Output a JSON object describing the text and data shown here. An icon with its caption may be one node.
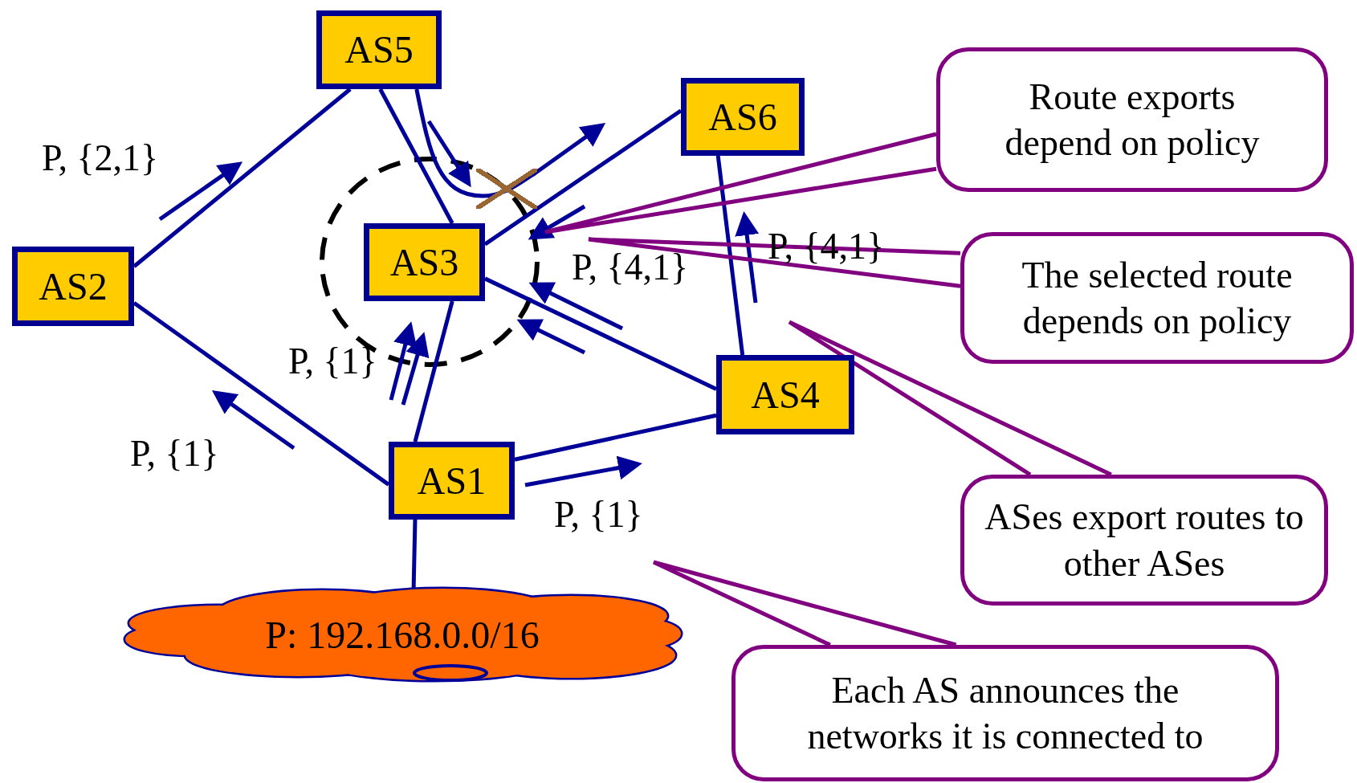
{
  "diagram": {
    "nodes": [
      {
        "text": [
          "AS5"
        ]
      },
      {
        "text": [
          "AS6"
        ]
      },
      {
        "text": [
          "Route exports depend on policy"
        ]
      },
      {
        "text": [
          "AS2"
        ]
      },
      {
        "text": [
          "AS3"
        ]
      },
      {
        "text": [
          "The selected route depends on policy"
        ]
      },
      {
        "text": [
          "AS4"
        ]
      },
      {
        "text": [
          "AS1"
        ]
      },
      {
        "text": [
          "ASes export routes to other ASes"
        ]
      },
      {
        "text": [
          "P: 192.168.0.0/16"
        ]
      },
      {
        "text": [
          "Each AS announces the networks it is connected to"
        ]
      }
    ],
    "edges": [
      {
        "from": 3,
        "to": 0,
        "arrow": "none"
      },
      {
        "from": 3,
        "to": 7,
        "arrow": "none"
      },
      {
        "from": 0,
        "to": 4,
        "arrow": "none"
      },
      {
        "from": 4,
        "to": 1,
        "arrow": "none"
      },
      {
        "from": 4,
        "to": 7,
        "arrow": "none"
      },
      {
        "from": 4,
        "to": 6,
        "arrow": "none"
      },
      {
        "from": 1,
        "to": 6,
        "arrow": "none"
      },
      {
        "from": 7,
        "to": 6,
        "arrow": "none"
      },
      {
        "from": 7,
        "to": 9,
        "arrow": "none"
      },
      {
        "from": 0,
        "to": null,
        "arrow": "to"
      },
      {
        "from": 2,
        "to": null,
        "arrow": "none",
        "color": "#800080"
      },
      {
        "from": 5,
        "to": null,
        "arrow": "none",
        "color": "#800080"
      },
      {
        "from": 8,
        "to": null,
        "arrow": "none",
        "color": "#800080"
      },
      {
        "from": 10,
        "to": null,
        "arrow": "none",
        "color": "#800080"
      }
    ],
    "labels": [
      "P, {2,1}",
      "P, {4,1}",
      "P, {4,1}",
      "P, {1}",
      "P, {1}",
      "P, {1}"
    ]
  }
}
